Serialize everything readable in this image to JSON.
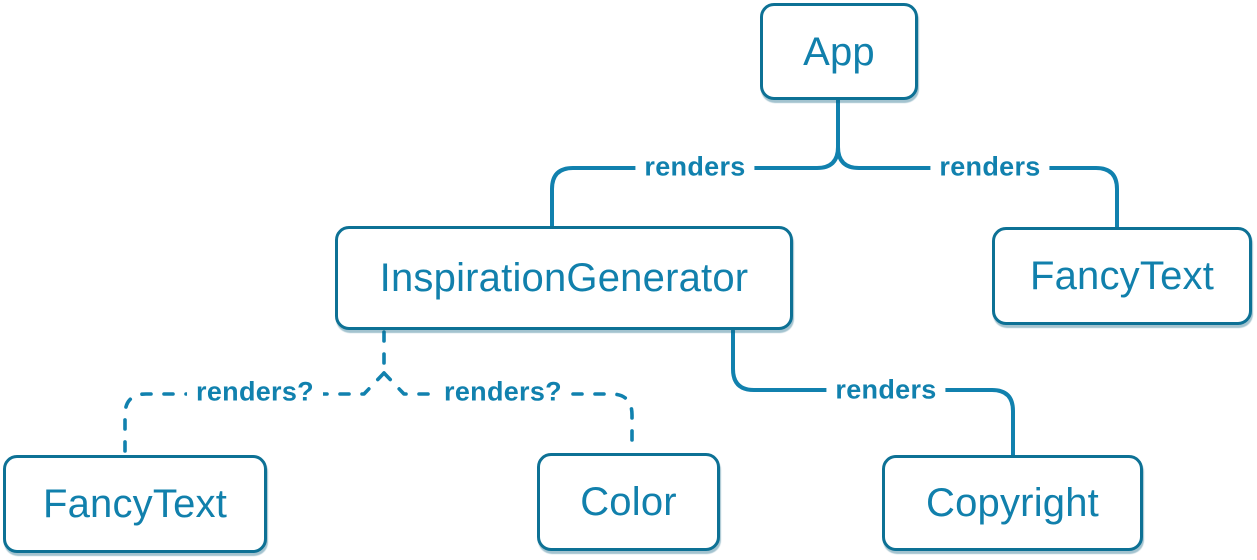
{
  "diagram": {
    "background": "#ffffff",
    "colors": {
      "node_border": "#0d7195",
      "node_fill": "#ffffff",
      "node_text": "#1180ac",
      "connector": "#1181ae"
    },
    "nodes": [
      {
        "id": "app",
        "label": "App"
      },
      {
        "id": "inspiration-generator",
        "label": "InspirationGenerator"
      },
      {
        "id": "fancy-text-top",
        "label": "FancyText"
      },
      {
        "id": "fancy-text-bottom",
        "label": "FancyText"
      },
      {
        "id": "color",
        "label": "Color"
      },
      {
        "id": "copyright",
        "label": "Copyright"
      }
    ],
    "edges": [
      {
        "from": "App",
        "to": "InspirationGenerator",
        "label": "renders",
        "style": "solid"
      },
      {
        "from": "App",
        "to": "FancyText",
        "label": "renders",
        "style": "solid"
      },
      {
        "from": "InspirationGenerator",
        "to": "FancyText",
        "label": "renders?",
        "style": "dashed"
      },
      {
        "from": "InspirationGenerator",
        "to": "Color",
        "label": "renders?",
        "style": "dashed"
      },
      {
        "from": "InspirationGenerator",
        "to": "Copyright",
        "label": "renders",
        "style": "solid"
      }
    ]
  }
}
